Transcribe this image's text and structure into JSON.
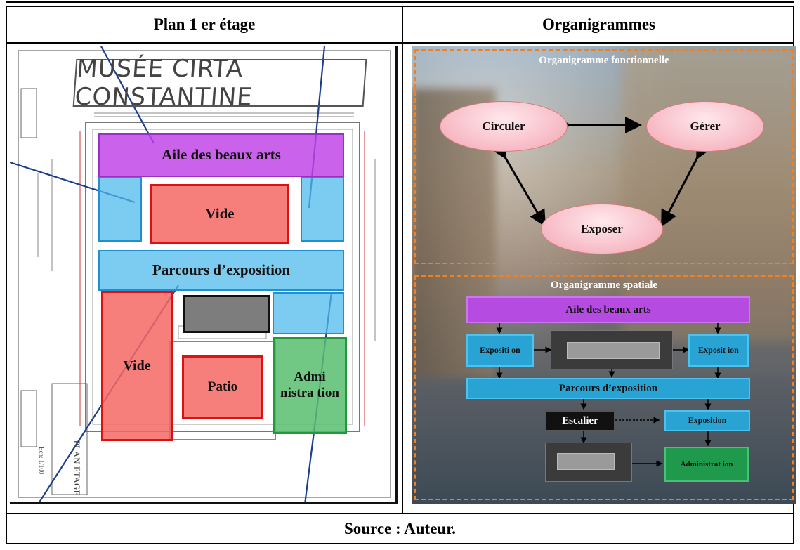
{
  "header": {
    "left": "Plan 1 er étage",
    "right": "Organigrammes"
  },
  "plan": {
    "sheet_title": "MUSÉE CIRTA CONSTANTINE",
    "side_label": "PLAN ÉTAGE",
    "scale": "Ech: 1/100",
    "blocks": {
      "aile": "Aile des beaux arts",
      "vide_top": "Vide",
      "parcours": "Parcours d’exposition",
      "vide_left": "Vide",
      "patio": "Patio",
      "admin": "Admi nistra tion"
    }
  },
  "organigram": {
    "functional_title": "Organigramme fonctionnelle",
    "nodes": {
      "circuler": "Circuler",
      "gerer": "Gérer",
      "exposer": "Exposer"
    },
    "spatial_title": "Organigramme spatiale",
    "spatial": {
      "aile": "Aile des beaux arts",
      "expo_left": "Expositi on",
      "expo_right": "Exposit ion",
      "parcours": "Parcours d’exposition",
      "escalier": "Escalier",
      "exposition": "Exposition",
      "admin": "Administrat ion"
    },
    "colors": {
      "dash": "#f08020",
      "purple": "#b54be0",
      "blue": "#29a3d4",
      "green": "#1f9a4c",
      "ellipse": "#f7b9c4"
    }
  },
  "footer": "Source : Auteur."
}
